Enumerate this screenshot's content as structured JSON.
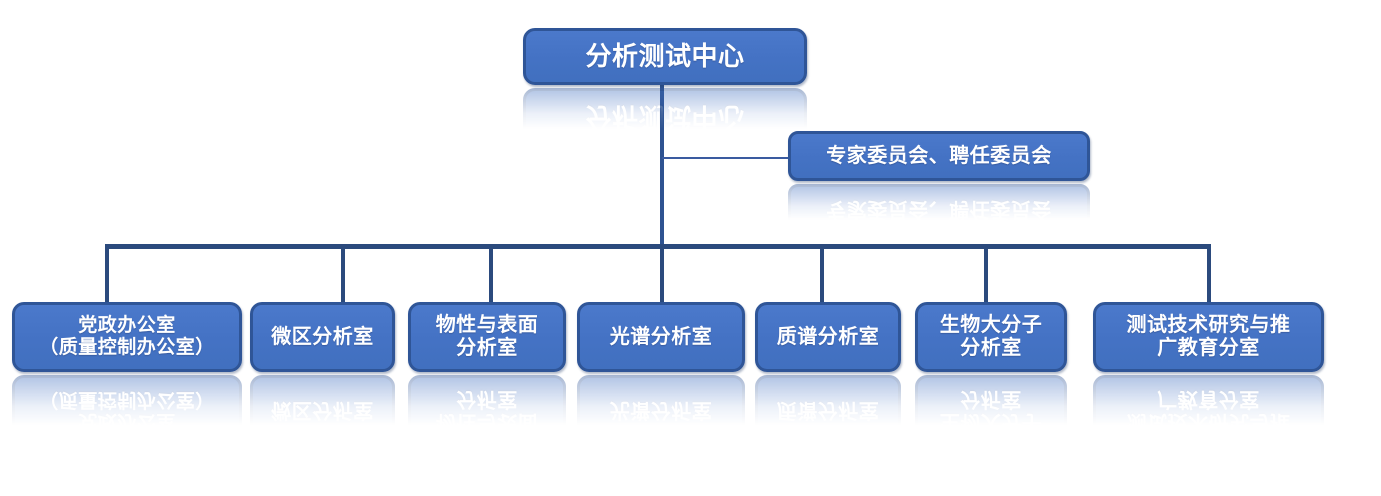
{
  "org_chart": {
    "root": {
      "label": "分析测试中心"
    },
    "committee": {
      "label": "专家委员会、聘任委员会"
    },
    "departments": [
      {
        "label": "党政办公室\n（质量控制办公室）"
      },
      {
        "label": "微区分析室"
      },
      {
        "label": "物性与表面\n分析室"
      },
      {
        "label": "光谱分析室"
      },
      {
        "label": "质谱分析室"
      },
      {
        "label": "生物大分子\n分析室"
      },
      {
        "label": "测试技术研究与推\n广教育分室"
      }
    ]
  },
  "colors": {
    "box_fill": "#4472C4",
    "box_border": "#2F5597",
    "connector": "#2B4A7D",
    "text": "#FFFFFF",
    "background": "#FFFFFF"
  }
}
